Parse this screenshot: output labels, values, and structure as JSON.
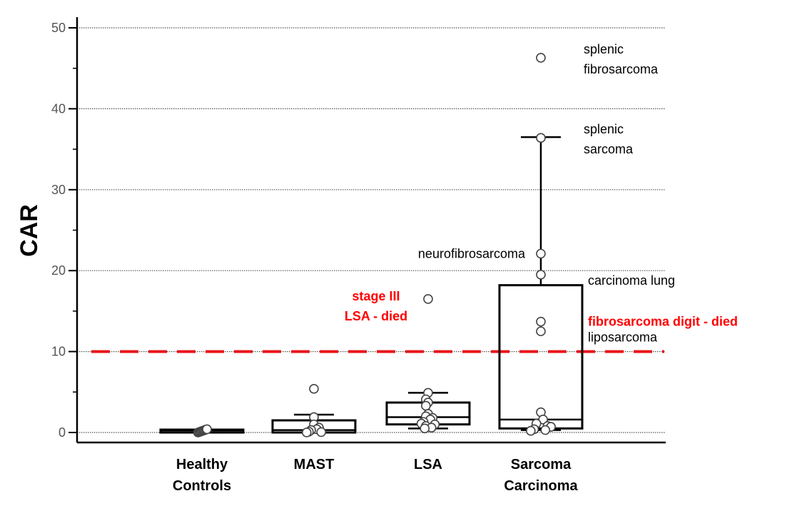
{
  "chart_data": {
    "type": "box",
    "ylabel": "CAR",
    "ylim": [
      -1.5,
      52
    ],
    "yticks": [
      0,
      10,
      20,
      30,
      40,
      50
    ],
    "grid": true,
    "categories": [
      "Healthy Controls",
      "MAST",
      "LSA",
      "Sarcoma Carcinoma"
    ],
    "category_lines": [
      [
        "Healthy",
        "Controls"
      ],
      [
        "MAST"
      ],
      [
        "LSA"
      ],
      [
        "Sarcoma",
        "Carcinoma"
      ]
    ],
    "boxes": [
      {
        "q1": 0.1,
        "median": 0.25,
        "q3": 0.35,
        "whisker_low": 0.0,
        "whisker_high": 0.35
      },
      {
        "q1": 0.0,
        "median": 0.3,
        "q3": 1.5,
        "whisker_low": 0.0,
        "whisker_high": 2.2
      },
      {
        "q1": 1.0,
        "median": 1.9,
        "q3": 3.7,
        "whisker_low": 0.5,
        "whisker_high": 4.9
      },
      {
        "q1": 0.5,
        "median": 1.6,
        "q3": 18.2,
        "whisker_low": 0.3,
        "whisker_high": 36.5
      }
    ],
    "points": [
      [
        [
          0.0,
          -0.035
        ],
        [
          0.05,
          -0.025
        ],
        [
          0.1,
          -0.015
        ],
        [
          0.15,
          -0.005
        ],
        [
          0.2,
          0.005
        ],
        [
          0.25,
          0.015
        ],
        [
          0.3,
          0.025
        ],
        [
          0.35,
          0.035
        ],
        [
          0.4,
          0.045
        ]
      ],
      [
        [
          5.4,
          0.0
        ],
        [
          1.9,
          0.0
        ],
        [
          1.0,
          0.0
        ],
        [
          0.6,
          0.045
        ],
        [
          0.4,
          0.025
        ],
        [
          0.3,
          -0.025
        ],
        [
          0.1,
          -0.045
        ],
        [
          0.05,
          0.065
        ],
        [
          0.0,
          -0.065
        ]
      ],
      [
        [
          16.5,
          0.0
        ],
        [
          4.9,
          0.0
        ],
        [
          4.1,
          -0.02
        ],
        [
          3.7,
          0.0
        ],
        [
          3.3,
          -0.02
        ],
        [
          2.3,
          0.0
        ],
        [
          2.0,
          -0.02
        ],
        [
          1.8,
          0.04
        ],
        [
          1.6,
          0.02
        ],
        [
          1.3,
          -0.04
        ],
        [
          1.1,
          -0.06
        ],
        [
          1.0,
          0.06
        ],
        [
          0.8,
          -0.02
        ],
        [
          0.6,
          0.03
        ],
        [
          0.5,
          -0.03
        ]
      ],
      [
        [
          46.3,
          0.0
        ],
        [
          36.4,
          0.0
        ],
        [
          22.1,
          0.0
        ],
        [
          19.5,
          0.0
        ],
        [
          13.7,
          0.0
        ],
        [
          12.5,
          0.0
        ],
        [
          2.5,
          0.0
        ],
        [
          1.6,
          0.02
        ],
        [
          1.1,
          -0.04
        ],
        [
          0.8,
          0.06
        ],
        [
          0.7,
          0.09
        ],
        [
          0.4,
          -0.06
        ],
        [
          0.3,
          0.04
        ],
        [
          0.2,
          -0.09
        ]
      ]
    ],
    "threshold": 10,
    "annotations": [
      {
        "lines": [
          "splenic",
          "fibrosarcoma"
        ],
        "y": 46.3,
        "category": 3,
        "side": "right-up",
        "color": "#000000",
        "bold": false
      },
      {
        "lines": [
          "splenic",
          "sarcoma"
        ],
        "y": 36.4,
        "category": 3,
        "side": "right-up",
        "color": "#000000",
        "bold": false
      },
      {
        "lines": [
          "neurofibrosarcoma"
        ],
        "y": 22.1,
        "category": 3,
        "side": "left",
        "color": "#000000",
        "bold": false
      },
      {
        "lines": [
          "carcinoma lung"
        ],
        "y": 19.5,
        "category": 3,
        "side": "right-down",
        "color": "#000000",
        "bold": false
      },
      {
        "lines": [
          "stage III",
          "LSA - died"
        ],
        "y": 16.5,
        "category": 2,
        "side": "left",
        "color": "#ff0000",
        "bold": true
      },
      {
        "lines": [
          "fibrosarcoma digit - died"
        ],
        "y": 13.7,
        "category": 3,
        "side": "right",
        "color": "#ff0000",
        "bold": true
      },
      {
        "lines": [
          "liposarcoma"
        ],
        "y": 12.5,
        "category": 3,
        "side": "right-down",
        "color": "#000000",
        "bold": false
      }
    ],
    "colors": {
      "threshold": "#e8161b",
      "annotation_red": "#ff0000",
      "box": "#000000",
      "point_fill": "#ffffff",
      "grid": "#555555"
    }
  }
}
